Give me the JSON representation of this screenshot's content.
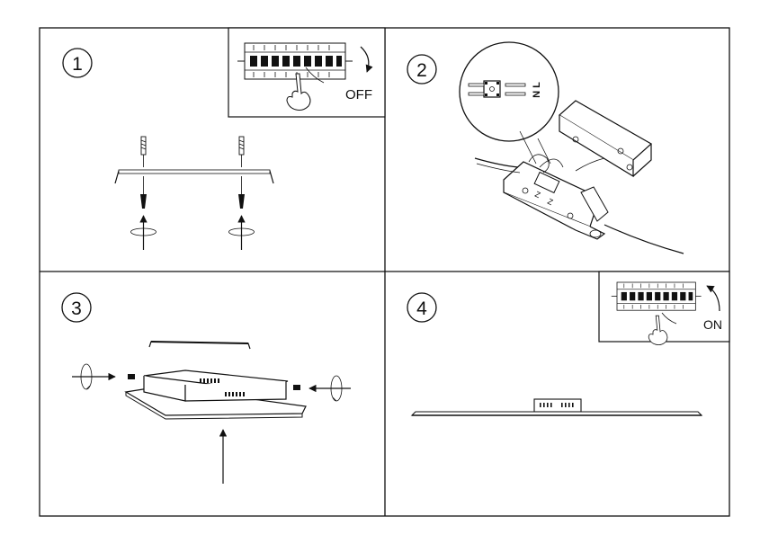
{
  "steps": [
    {
      "number": "1",
      "label": "OFF"
    },
    {
      "number": "2",
      "wire_labels": "N L"
    },
    {
      "number": "3"
    },
    {
      "number": "4",
      "label": "ON"
    }
  ]
}
